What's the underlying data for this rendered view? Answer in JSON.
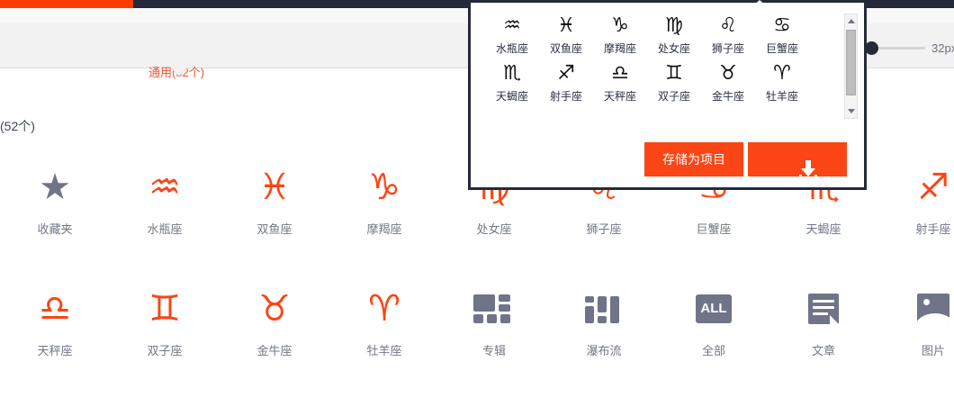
{
  "progress": {
    "percent": 14,
    "fill_color": "#fa3c00",
    "track_color": "#252a3a"
  },
  "tabs": {
    "active_label": "通用(52个)",
    "active_color": "#f5512d"
  },
  "size_slider": {
    "value_label": "32px",
    "handle_color": "#252a3a"
  },
  "subtitle": {
    "count_label": "(52个)"
  },
  "grid": {
    "rows": [
      [
        {
          "glyph": "★",
          "label": "收藏夹",
          "tone": "gray",
          "kind": "glyph",
          "name": "favorites"
        },
        {
          "glyph": "♒",
          "label": "水瓶座",
          "tone": "orange",
          "kind": "glyph",
          "name": "aquarius"
        },
        {
          "glyph": "♓",
          "label": "双鱼座",
          "tone": "orange",
          "kind": "glyph",
          "name": "pisces"
        },
        {
          "glyph": "♑",
          "label": "摩羯座",
          "tone": "orange",
          "kind": "glyph",
          "name": "capricorn"
        },
        {
          "glyph": "♍",
          "label": "处女座",
          "tone": "orange",
          "kind": "glyph",
          "name": "virgo"
        },
        {
          "glyph": "♌",
          "label": "狮子座",
          "tone": "orange",
          "kind": "glyph",
          "name": "leo"
        },
        {
          "glyph": "♋",
          "label": "巨蟹座",
          "tone": "orange",
          "kind": "glyph",
          "name": "cancer"
        },
        {
          "glyph": "♏",
          "label": "天蝎座",
          "tone": "orange",
          "kind": "glyph",
          "name": "scorpio"
        },
        {
          "glyph": "♐",
          "label": "射手座",
          "tone": "orange",
          "kind": "glyph",
          "name": "sagittarius"
        }
      ],
      [
        {
          "glyph": "♎",
          "label": "天秤座",
          "tone": "orange",
          "kind": "glyph",
          "name": "libra"
        },
        {
          "glyph": "♊",
          "label": "双子座",
          "tone": "orange",
          "kind": "glyph",
          "name": "gemini"
        },
        {
          "glyph": "♉",
          "label": "金牛座",
          "tone": "orange",
          "kind": "glyph",
          "name": "taurus"
        },
        {
          "glyph": "♈",
          "label": "牡羊座",
          "tone": "orange",
          "kind": "glyph",
          "name": "aries"
        },
        {
          "glyph": "",
          "label": "专辑",
          "tone": "gray",
          "kind": "album",
          "name": "album"
        },
        {
          "glyph": "",
          "label": "瀑布流",
          "tone": "gray",
          "kind": "waterfall",
          "name": "waterfall"
        },
        {
          "glyph": "",
          "label": "全部",
          "tone": "gray",
          "kind": "all",
          "name": "all",
          "badge_text": "ALL"
        },
        {
          "glyph": "",
          "label": "文章",
          "tone": "gray",
          "kind": "article",
          "name": "article"
        },
        {
          "glyph": "",
          "label": "图片",
          "tone": "gray",
          "kind": "picture",
          "name": "picture"
        }
      ]
    ]
  },
  "popup": {
    "rows": [
      [
        {
          "glyph": "♒",
          "label": "水瓶座",
          "name": "aquarius"
        },
        {
          "glyph": "♓",
          "label": "双鱼座",
          "name": "pisces"
        },
        {
          "glyph": "♑",
          "label": "摩羯座",
          "name": "capricorn"
        },
        {
          "glyph": "♍",
          "label": "处女座",
          "name": "virgo"
        },
        {
          "glyph": "♌",
          "label": "狮子座",
          "name": "leo"
        },
        {
          "glyph": "♋",
          "label": "巨蟹座",
          "name": "cancer"
        }
      ],
      [
        {
          "glyph": "♏",
          "label": "天蝎座",
          "name": "scorpio"
        },
        {
          "glyph": "♐",
          "label": "射手座",
          "name": "sagittarius"
        },
        {
          "glyph": "♎",
          "label": "天秤座",
          "name": "libra"
        },
        {
          "glyph": "♊",
          "label": "双子座",
          "name": "gemini"
        },
        {
          "glyph": "♉",
          "label": "金牛座",
          "name": "taurus"
        },
        {
          "glyph": "♈",
          "label": "牡羊座",
          "name": "aries"
        }
      ]
    ],
    "save_label": "存储为项目",
    "download_icon": "download-icon",
    "button_color": "#fa4616",
    "border_color": "#252a3a"
  }
}
